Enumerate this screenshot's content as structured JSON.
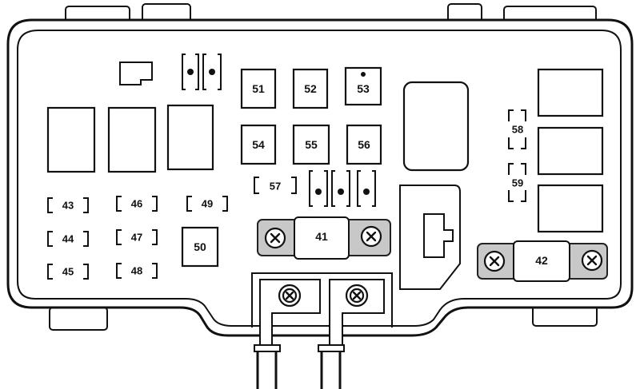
{
  "fuses": {
    "f41": "41",
    "f42": "42",
    "f43": "43",
    "f44": "44",
    "f45": "45",
    "f46": "46",
    "f47": "47",
    "f48": "48",
    "f49": "49",
    "f50": "50",
    "f51": "51",
    "f52": "52",
    "f53": "53",
    "f54": "54",
    "f55": "55",
    "f56": "56",
    "f57": "57",
    "f58": "58",
    "f59": "59"
  }
}
